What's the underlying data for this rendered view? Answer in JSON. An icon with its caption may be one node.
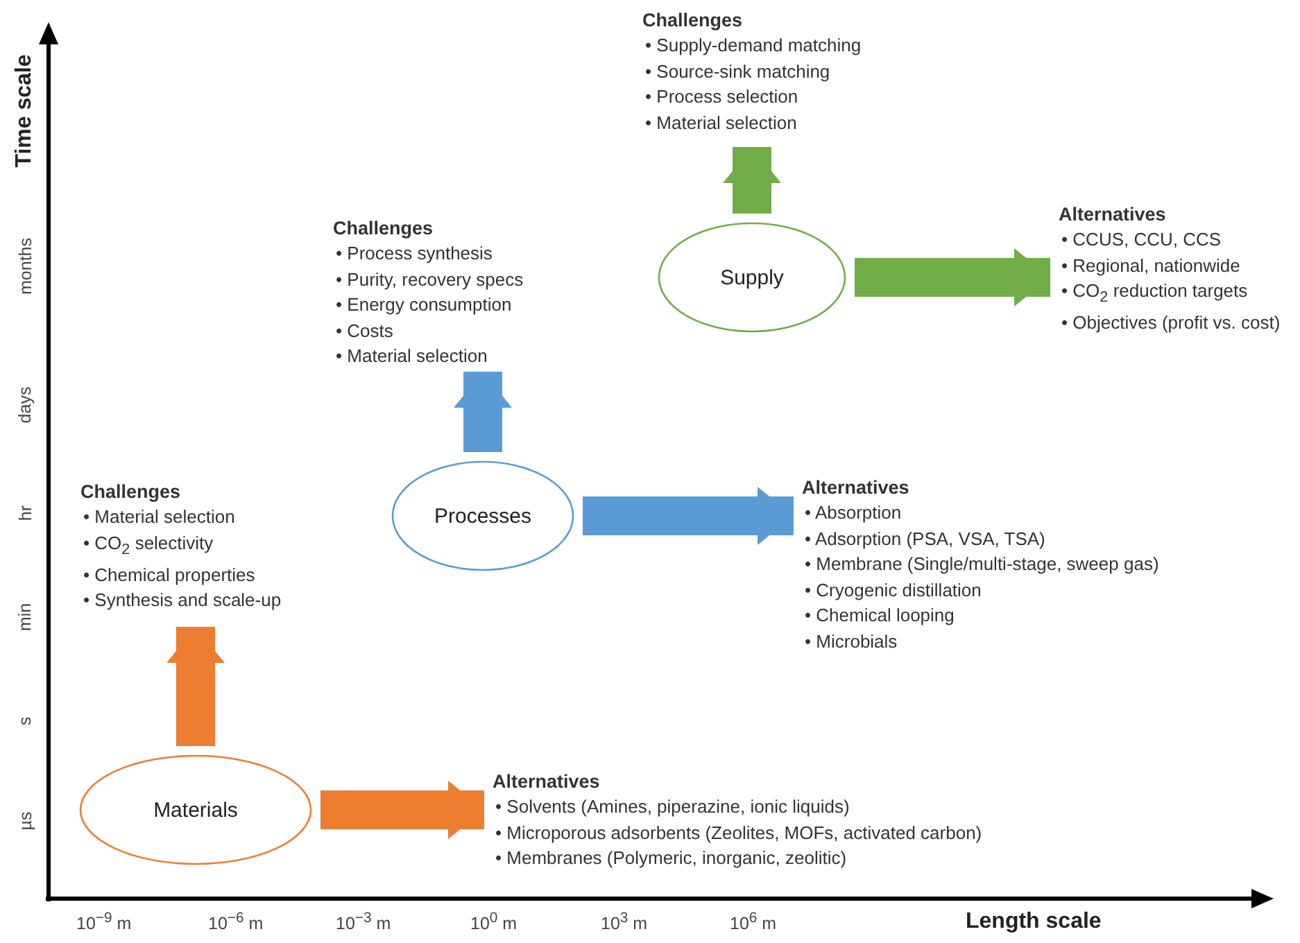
{
  "diagram": {
    "nodes": [
      {
        "text": [
          "Materials"
        ]
      },
      {
        "text": [
          "Challenges",
          "• Material selection",
          "• CO$_{2}$ selectivity",
          "• Chemical properties",
          "• Synthesis and scale-up"
        ]
      },
      {
        "text": [
          "Alternatives",
          "• Solvents (Amines, piperazine, ionic liquids)",
          "• Microporous adsorbents (Zeolites, MOFs, activated carbon)",
          "• Membranes (Polymeric, inorganic, zeolitic)"
        ]
      },
      {
        "text": [
          "Processes"
        ]
      },
      {
        "text": [
          "Challenges",
          "• Process synthesis",
          "• Purity, recovery specs",
          "• Energy consumption",
          "• Costs",
          "• Material selection"
        ]
      },
      {
        "text": [
          "Alternatives",
          "• Absorption",
          "• Adsorption (PSA, VSA, TSA)",
          "• Membrane (Single/multi-stage, sweep gas)",
          "• Cryogenic distillation",
          "• Chemical looping",
          "• Microbials"
        ]
      },
      {
        "text": [
          "Supply"
        ]
      },
      {
        "text": [
          "Challenges",
          "• Supply-demand matching",
          "• Source-sink matching",
          "• Process selection",
          "• Material selection"
        ]
      },
      {
        "text": [
          "Alternatives",
          "• CCUS, CCU, CCS",
          "• Regional, nationwide",
          "• CO$_{2}$ reduction targets",
          "• Objectives (profit vs. cost)"
        ]
      }
    ],
    "edges": [
      {
        "from": 0,
        "to": 1,
        "arrow": "to",
        "color": "#ed7d31"
      },
      {
        "from": 0,
        "to": 2,
        "arrow": "to",
        "color": "#ed7d31"
      },
      {
        "from": 3,
        "to": 4,
        "arrow": "to",
        "color": "#5b9bd5"
      },
      {
        "from": 3,
        "to": 5,
        "arrow": "to",
        "color": "#5b9bd5"
      },
      {
        "from": 6,
        "to": 7,
        "arrow": "to",
        "color": "#70ad47"
      },
      {
        "from": 6,
        "to": 8,
        "arrow": "to",
        "color": "#70ad47"
      }
    ],
    "labels": [
      "Time scale",
      "months",
      "days",
      "hr",
      "min",
      "s",
      "µs",
      "10$^{−9}$ m",
      "10$^{−6}$ m",
      "10$^{−3}$ m",
      "10$^{0}$ m",
      "10$^{3}$ m",
      "10$^{6}$ m",
      "Length scale"
    ]
  }
}
